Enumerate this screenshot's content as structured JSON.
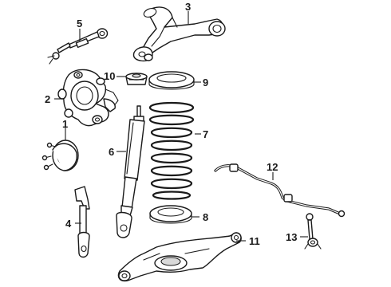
{
  "callouts": {
    "c1": "1",
    "c2": "2",
    "c3": "3",
    "c4": "4",
    "c5": "5",
    "c6": "6",
    "c7": "7",
    "c8": "8",
    "c9": "9",
    "c10": "10",
    "c11": "11",
    "c12": "12",
    "c13": "13"
  },
  "colors": {
    "line": "#1a1a1a",
    "background": "#ffffff",
    "shade": "#d9d9d9"
  }
}
